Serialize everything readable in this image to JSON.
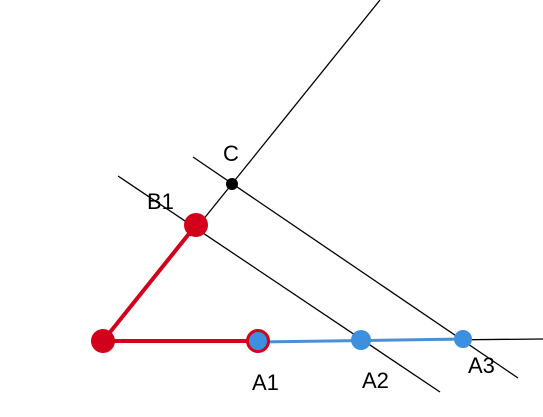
{
  "colors": {
    "background": "#ffffff",
    "thin_line": "#000000",
    "red": "#d2001a",
    "blue": "#4a90d9",
    "blue_point": "#3d8fe0",
    "black_point": "#000000"
  },
  "labels": {
    "C": "C",
    "B1": "B1",
    "A1": "A1",
    "A2": "A2",
    "A3": "A3"
  }
}
